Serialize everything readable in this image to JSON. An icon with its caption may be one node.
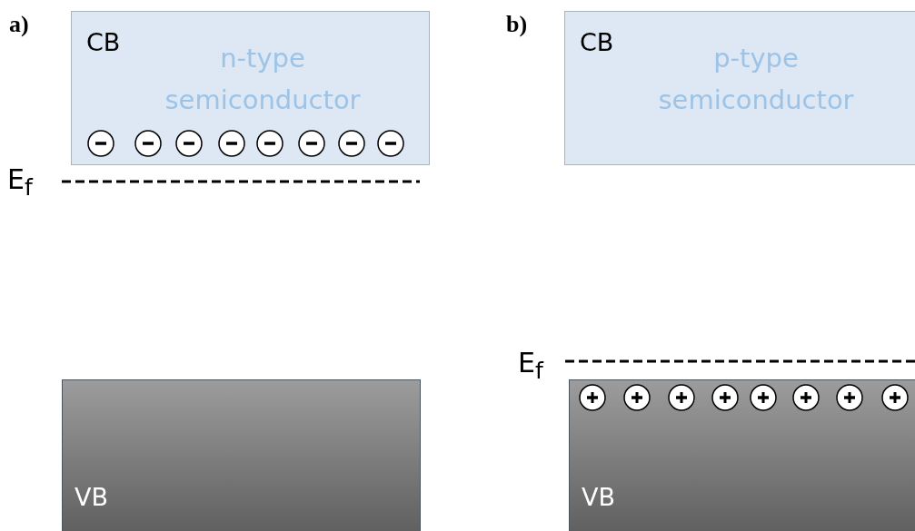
{
  "diagram": {
    "nodes": [
      {
        "text": [
          "CB",
          "n-type semiconductor"
        ]
      },
      {
        "text": [
          "VB"
        ]
      },
      {
        "text": [
          "CB",
          "p-type semiconductor"
        ]
      },
      {
        "text": [
          "VB"
        ]
      }
    ],
    "labels": [
      "a)",
      "E$_{f}$",
      "b)",
      "E$_{f}$"
    ]
  }
}
